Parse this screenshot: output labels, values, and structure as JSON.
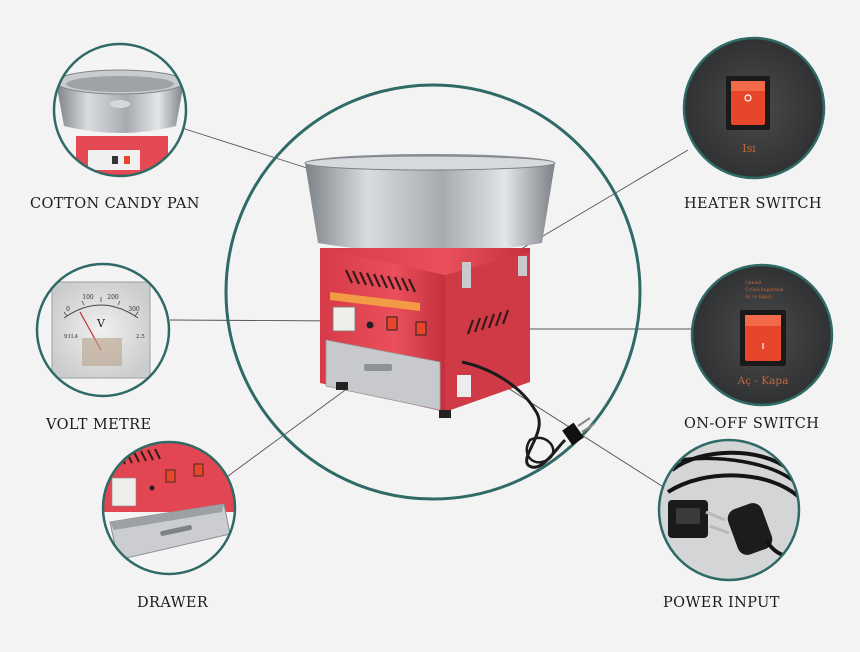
{
  "labels": {
    "pan": "COTTON CANDY PAN",
    "heater": "HEATER SWITCH",
    "volt": "VOLT METRE",
    "onoff": "ON-OFF SWITCH",
    "drawer": "DRAWER",
    "power": "POWER INPUT"
  },
  "switch_text": {
    "heater": "Isı",
    "onoff": "Aç - Kapa",
    "onoff_fine_1": "Önemli",
    "onoff_fine_2": "Ürünü kapatmak",
    "onoff_fine_3": "Aç ve kapat"
  },
  "meter": {
    "unit": "V",
    "ticks": [
      "0",
      "100",
      "200",
      "300"
    ],
    "model": "91L4",
    "class": "2.5"
  },
  "colors": {
    "background": "#f3f3f3",
    "ring": "#2f6a66",
    "machine_red": "#e4424f",
    "switch_red": "#e8462a",
    "steel": "#b9bcc0"
  }
}
